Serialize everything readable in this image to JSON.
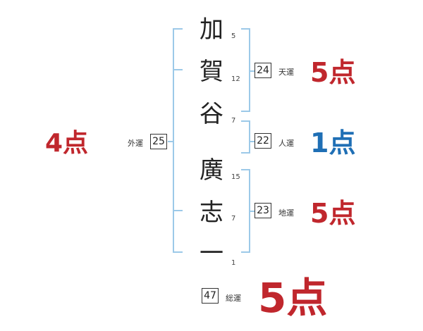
{
  "name_characters": [
    {
      "char": "加",
      "strokes": "5"
    },
    {
      "char": "賀",
      "strokes": "12"
    },
    {
      "char": "谷",
      "strokes": "7"
    },
    {
      "char": "廣",
      "strokes": "15"
    },
    {
      "char": "志",
      "strokes": "7"
    },
    {
      "char": "一",
      "strokes": "1"
    }
  ],
  "fortunes": {
    "gaiun": {
      "label": "外運",
      "value": "25",
      "score": "4点",
      "color": "#c0272d"
    },
    "tenun": {
      "label": "天運",
      "value": "24",
      "score": "5点",
      "color": "#c0272d"
    },
    "jinun": {
      "label": "人運",
      "value": "22",
      "score": "1点",
      "color": "#1f6fb5"
    },
    "chiun": {
      "label": "地運",
      "value": "23",
      "score": "5点",
      "color": "#c0272d"
    },
    "souun": {
      "label": "総運",
      "value": "47",
      "score": "5点",
      "color": "#c0272d"
    }
  },
  "colors": {
    "bracket": "#9cc9e8",
    "good": "#c0272d",
    "bad": "#1f6fb5"
  }
}
